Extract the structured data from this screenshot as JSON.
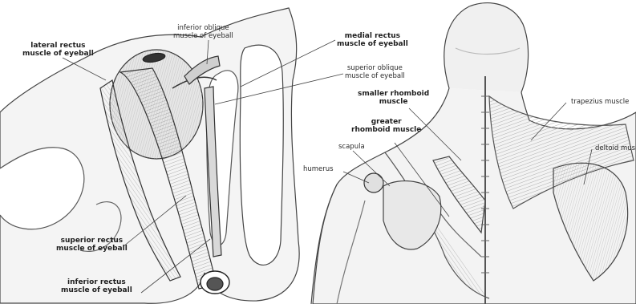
{
  "eye": {
    "lateral_rectus": [
      "lateral rectus",
      "muscle of eyeball"
    ],
    "inferior_oblique": [
      "inferior oblique",
      "muscle of eyeball"
    ],
    "medial_rectus": [
      "medial rectus",
      "muscle of eyeball"
    ],
    "superior_oblique": [
      "superior oblique",
      "muscle of eyeball"
    ],
    "superior_rectus": [
      "superior rectus",
      "muscle of eyeball"
    ],
    "inferior_rectus": [
      "inferior rectus",
      "muscle of eyeball"
    ]
  },
  "back": {
    "smaller_rhomboid": [
      "smaller rhomboid",
      "muscle"
    ],
    "greater_rhomboid": [
      "greater",
      "rhomboid muscle"
    ],
    "scapula": "scapula",
    "humerus": "humerus",
    "trapezius": "trapezius muscle",
    "deltoid": "deltoid musc"
  },
  "colors": {
    "ink": "#2a2a2a",
    "shade": "#c8c8c8",
    "paper": "#ffffff"
  }
}
